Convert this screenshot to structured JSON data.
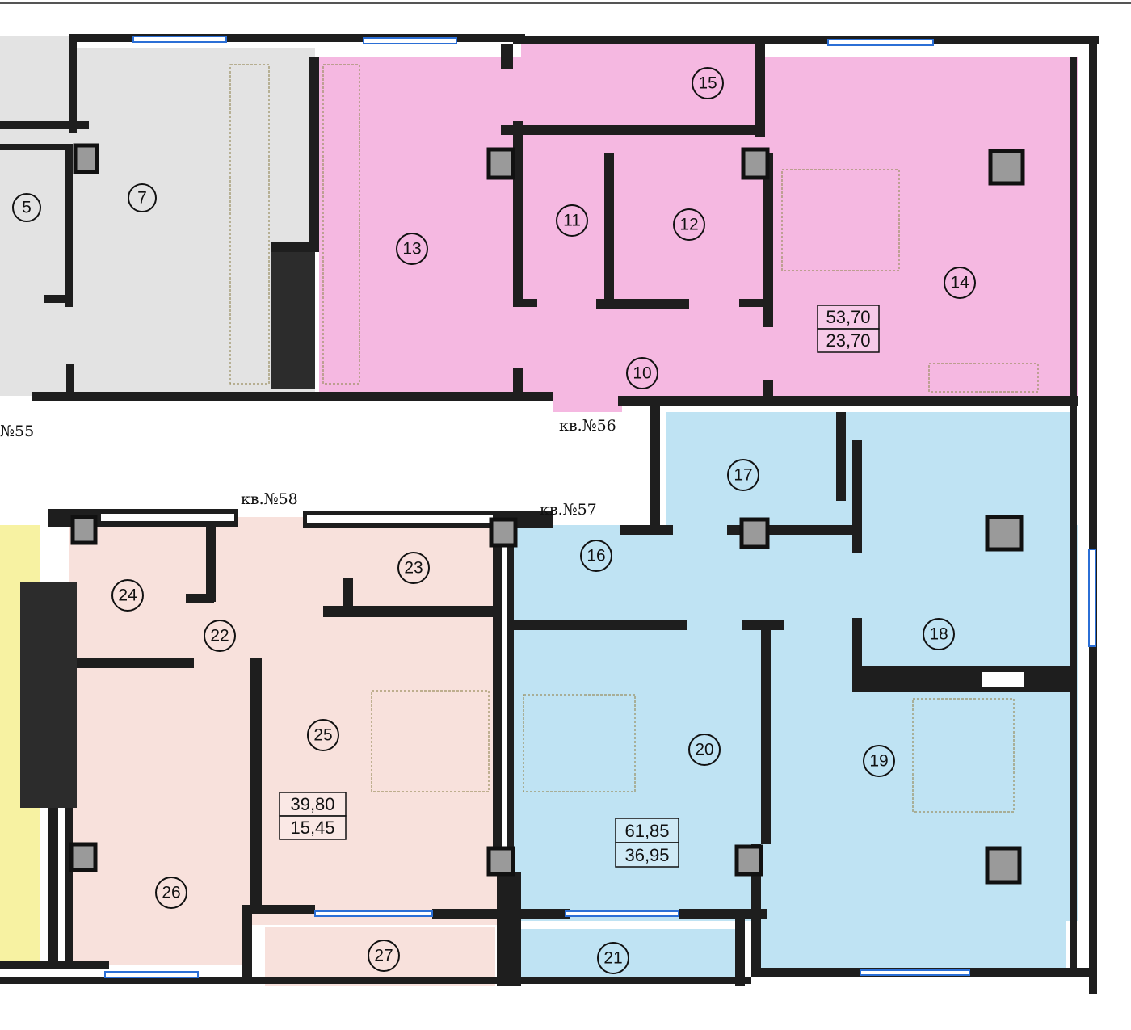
{
  "colors": {
    "apt55": "#e3e3e3",
    "apt56": "#f5b8e1",
    "apt57": "#bfe3f3",
    "apt58": "#f8e1dc",
    "left_unit": "#f7f2a2",
    "wall": "#1e1e1e",
    "window": "#2b6fd6"
  },
  "apartments": {
    "a55": "№55",
    "a56": "кв.№56",
    "a57": "кв.№57",
    "a58": "кв.№58"
  },
  "rooms": [
    "5",
    "7",
    "10",
    "11",
    "12",
    "13",
    "14",
    "15",
    "16",
    "17",
    "18",
    "19",
    "20",
    "21",
    "22",
    "23",
    "24",
    "25",
    "26",
    "27"
  ],
  "areas": {
    "a56": {
      "total": "53,70",
      "living": "23,70"
    },
    "a58": {
      "total": "39,80",
      "living": "15,45"
    },
    "a57": {
      "total": "61,85",
      "living": "36,95"
    }
  }
}
